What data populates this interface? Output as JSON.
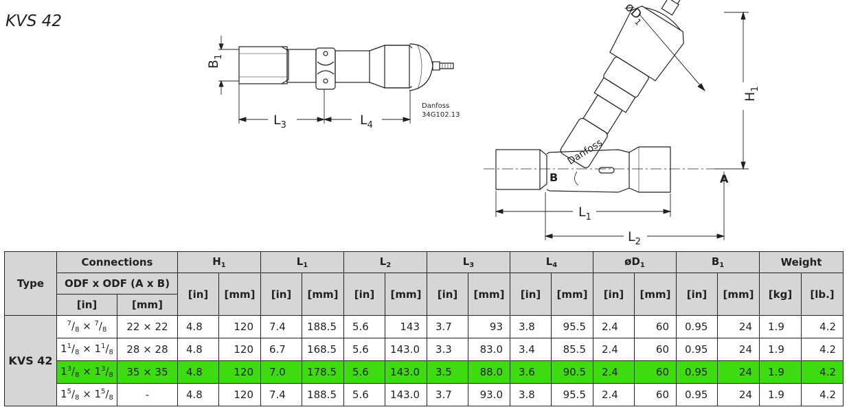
{
  "title": "KVS 42",
  "drawing": {
    "side_view": {
      "label_b1": "B",
      "label_b1_sub": "1",
      "label_l3": "L",
      "label_l3_sub": "3",
      "label_l4": "L",
      "label_l4_sub": "4",
      "brand_line1": "Danfoss",
      "brand_line2": "34G102.13"
    },
    "front_view": {
      "label_d1": "øD",
      "label_d1_sub": "1",
      "label_h1": "H",
      "label_h1_sub": "1",
      "label_b": "B",
      "label_a": "A",
      "label_l1": "L",
      "label_l1_sub": "1",
      "label_l2": "L",
      "label_l2_sub": "2",
      "brand": "Danfoss"
    }
  },
  "table": {
    "header": {
      "type": "Type",
      "connections": "Connections",
      "odf": "ODF x ODF (A x B)",
      "conn_in": "[in]",
      "conn_mm": "[mm]",
      "h1": "H",
      "l1": "L",
      "l2": "L",
      "l3": "L",
      "l4": "L",
      "d1": "øD",
      "b1": "B",
      "weight": "Weight",
      "sub_1": "1",
      "sub_2": "2",
      "sub_3": "3",
      "sub_4": "4",
      "u_in": "[in]",
      "u_mm": "[mm]",
      "u_kg": "[kg]",
      "u_lb": "[lb.]"
    },
    "type_value": "KVS 42",
    "rows": [
      {
        "conn_in_whole": "",
        "conn_in_num": "7",
        "conn_in_den": "8",
        "conn_in_sep": "×",
        "conn_mm": "22 × 22",
        "values": [
          "4.8",
          "120",
          "7.4",
          "188.5",
          "5.6",
          "143",
          "3.7",
          "93",
          "3.8",
          "95.5",
          "2.4",
          "60",
          "0.95",
          "24",
          "1.9",
          "4.2"
        ],
        "highlight": false
      },
      {
        "conn_in_whole": "1",
        "conn_in_num": "1",
        "conn_in_den": "8",
        "conn_in_sep": "×",
        "conn_mm": "28 × 28",
        "values": [
          "4.8",
          "120",
          "6.7",
          "168.5",
          "5.6",
          "143.0",
          "3.3",
          "83.0",
          "3.4",
          "85.5",
          "2.4",
          "60",
          "0.95",
          "24",
          "1.9",
          "4.2"
        ],
        "highlight": false
      },
      {
        "conn_in_whole": "1",
        "conn_in_num": "3",
        "conn_in_den": "8",
        "conn_in_sep": "×",
        "conn_mm": "35 × 35",
        "values": [
          "4.8",
          "120",
          "7.0",
          "178.5",
          "5.6",
          "143.0",
          "3.5",
          "88.0",
          "3.6",
          "90.5",
          "2.4",
          "60",
          "0.95",
          "24",
          "1.9",
          "4.2"
        ],
        "highlight": true
      },
      {
        "conn_in_whole": "1",
        "conn_in_num": "5",
        "conn_in_den": "8",
        "conn_in_sep": "×",
        "conn_mm": "-",
        "values": [
          "4.8",
          "120",
          "7.4",
          "188.5",
          "5.6",
          "143.0",
          "3.7",
          "93.0",
          "3.8",
          "95.5",
          "2.4",
          "60",
          "0.95",
          "24",
          "1.9",
          "4.2"
        ],
        "highlight": false
      }
    ],
    "highlight_color": "#3ddb0f",
    "header_color": "#d6d6d6"
  }
}
